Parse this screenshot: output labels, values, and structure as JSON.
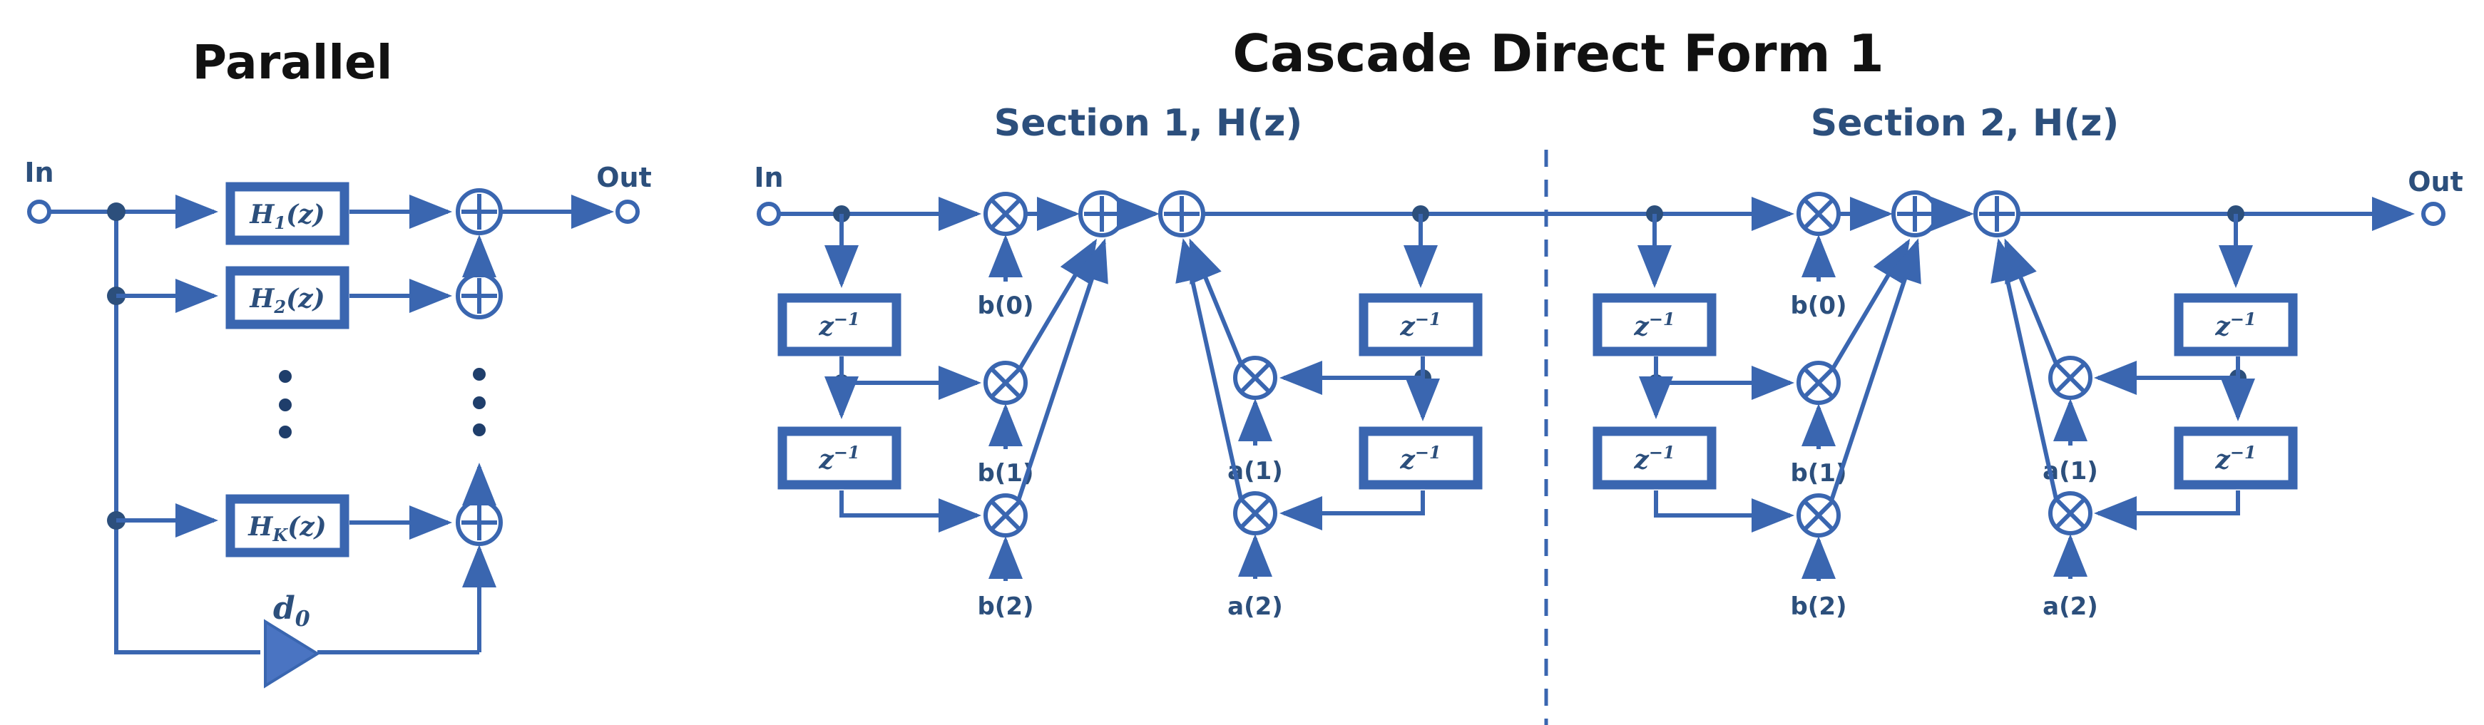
{
  "parallel": {
    "title": "Parallel",
    "input_label": "In",
    "output_label": "Out",
    "gain_label": "d",
    "gain_sub": "0",
    "blocks": [
      {
        "main": "H",
        "sub": "1",
        "tail": "(z)"
      },
      {
        "main": "H",
        "sub": "2",
        "tail": "(z)"
      },
      {
        "main": "H",
        "sub": "K",
        "tail": "(z)"
      }
    ]
  },
  "cascade": {
    "title": "Cascade Direct Form 1",
    "input_label": "In",
    "output_label": "Out",
    "delay_label": "z",
    "delay_exp": "−1",
    "sections": [
      {
        "title": "Section 1, H(z)",
        "b": [
          "b(0)",
          "b(1)",
          "b(2)"
        ],
        "a": [
          "a(1)",
          "a(2)"
        ]
      },
      {
        "title": "Section 2, H(z)",
        "b": [
          "b(0)",
          "b(1)",
          "b(2)"
        ],
        "a": [
          "a(1)",
          "a(2)"
        ]
      }
    ]
  },
  "colors": {
    "line": "#3a66b0",
    "text": "#2c4f7c",
    "title": "#111111"
  }
}
